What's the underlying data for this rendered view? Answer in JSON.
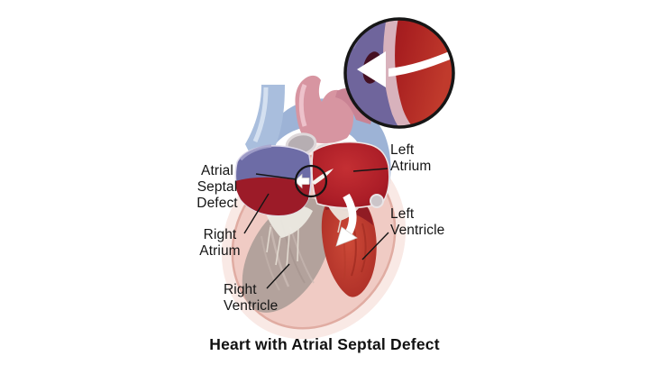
{
  "figure": {
    "title": "Heart with Atrial Septal Defect",
    "annotations": {
      "atrial_septal_defect": "Atrial\nSeptal\nDefect",
      "right_atrium": "Right\nAtrium",
      "right_ventricle": "Right\nVentricle",
      "left_atrium": "Left\nAtrium",
      "left_ventricle": "Left\nVentricle"
    },
    "icons": {
      "inset_flow_arrow": "left-arrow",
      "defect_flow_arrow": "left-arrow",
      "ventricle_flow_arrow": "curved-down-arrow"
    },
    "colors": {
      "background": "#ffffff",
      "label_text": "#151515",
      "outline_black": "#161616",
      "heart_wall_pink": "#f0cbc4",
      "right_atrium_wall": "#6d6ca6",
      "right_atrium_blood": "#9c1b28",
      "left_atrium_blood": "#ab1d27",
      "left_ventricle_blood": "#c2402f",
      "right_ventricle_wall": "#b3a29c",
      "vein_blue": "#a9bedd",
      "aortic_arch_blue": "#9db3d6",
      "pulmonary_pink": "#d795a1",
      "valve_grey": "#b6aeb2",
      "septum_band_pink": "#d8b2bc",
      "inset_purple": "#6f659c",
      "inset_red": "#a81f20",
      "defect_hole": "#451022",
      "arrow_white": "#ffffff"
    }
  }
}
